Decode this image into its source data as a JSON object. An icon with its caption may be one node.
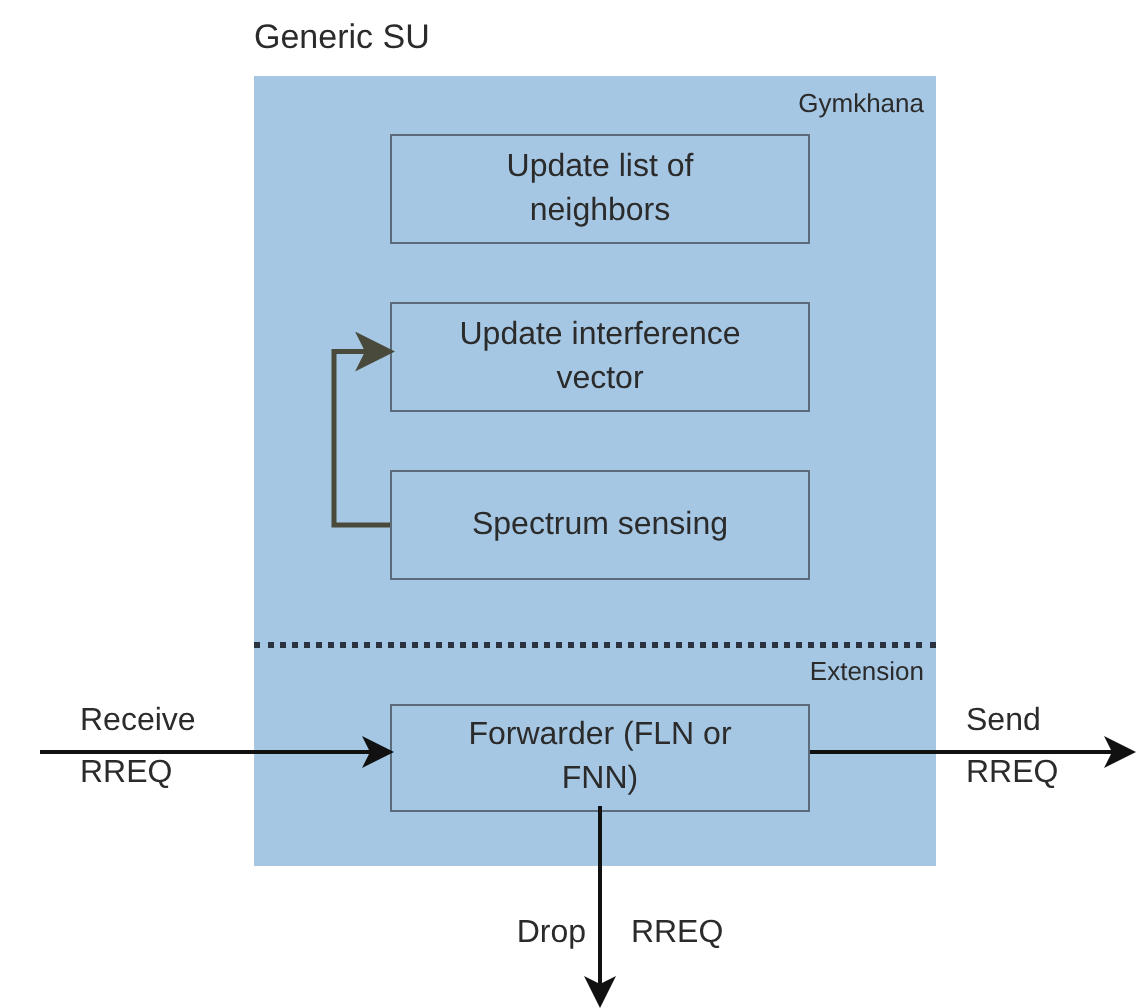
{
  "diagram": {
    "nodes": [
      {
        "text": [
          "Generic SU"
        ]
      },
      {
        "text": [
          "Gymkhana"
        ],
        "in": 0
      },
      {
        "text": [
          "Extension"
        ],
        "in": 0
      },
      {
        "text": [
          "Update list of neighbors"
        ],
        "in": 1
      },
      {
        "text": [
          "Update interference vector"
        ],
        "in": 1
      },
      {
        "text": [
          "Spectrum sensing"
        ],
        "in": 1
      },
      {
        "text": [
          "Forwarder (FLN or FNN)"
        ],
        "in": 2
      }
    ],
    "edges": [
      {
        "from": 5,
        "to": 4,
        "arrow": "to",
        "color": "#4a4a3c"
      },
      {
        "from": null,
        "to": 6,
        "arrow": "to",
        "label": "Receive RREQ"
      },
      {
        "from": 6,
        "to": null,
        "arrow": "to",
        "label": "Send RREQ"
      },
      {
        "from": 6,
        "to": null,
        "arrow": "to",
        "label": "Drop RREQ"
      }
    ]
  }
}
